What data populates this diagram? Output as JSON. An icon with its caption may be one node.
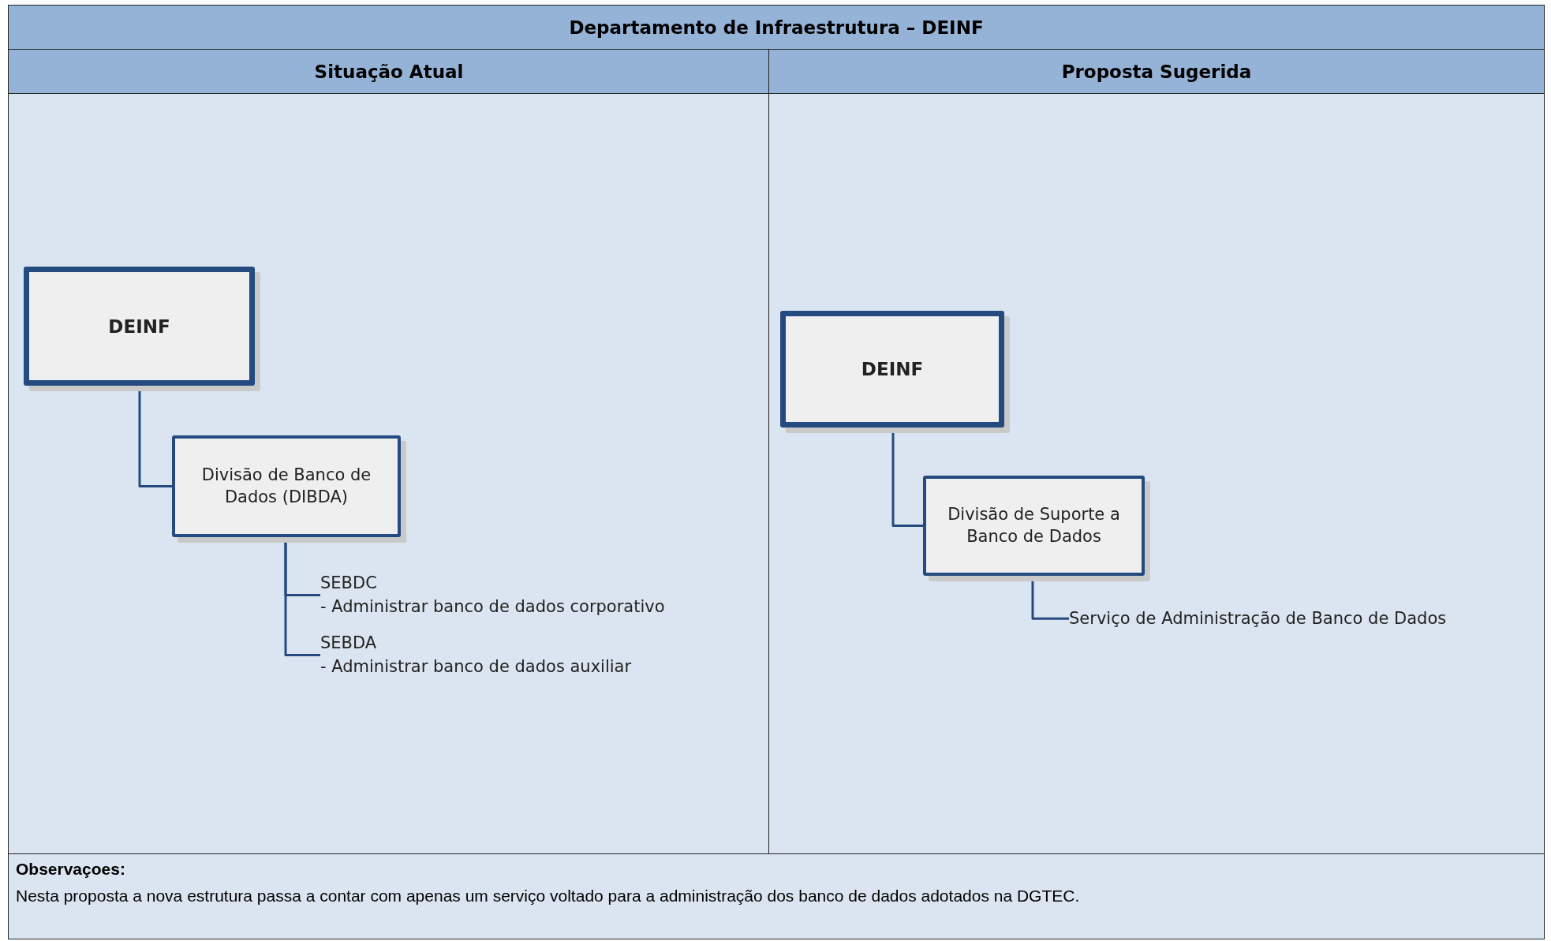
{
  "diagram": {
    "title": "Departamento de Infraestrutura – DEINF",
    "nodes": [
      {
        "text": [
          "DEINF"
        ]
      },
      {
        "text": [
          "Divisão de Banco de Dados (DIBDA)"
        ]
      },
      {
        "text": [
          "SEBDC",
          "- Administrar banco de dados corporativo"
        ]
      },
      {
        "text": [
          "SEBDA",
          "- Administrar banco de dados auxiliar"
        ]
      },
      {
        "text": [
          "DEINF"
        ]
      },
      {
        "text": [
          "Divisão de Suporte a Banco de Dados"
        ]
      },
      {
        "text": [
          "Serviço de Administração de Banco de Dados"
        ]
      }
    ],
    "edges": [
      {
        "from": 0,
        "to": 1,
        "arrow": "none"
      },
      {
        "from": 1,
        "to": 2,
        "arrow": "none"
      },
      {
        "from": 1,
        "to": 3,
        "arrow": "none"
      },
      {
        "from": 4,
        "to": 5,
        "arrow": "none"
      },
      {
        "from": 5,
        "to": 6,
        "arrow": "none"
      }
    ],
    "labels": [
      "Situação Atual",
      "Proposta Sugerida",
      "Observaçoes:",
      "Nesta proposta a nova estrutura passa a contar com apenas um serviço voltado para a administração dos banco de dados adotados na DGTEC."
    ]
  }
}
